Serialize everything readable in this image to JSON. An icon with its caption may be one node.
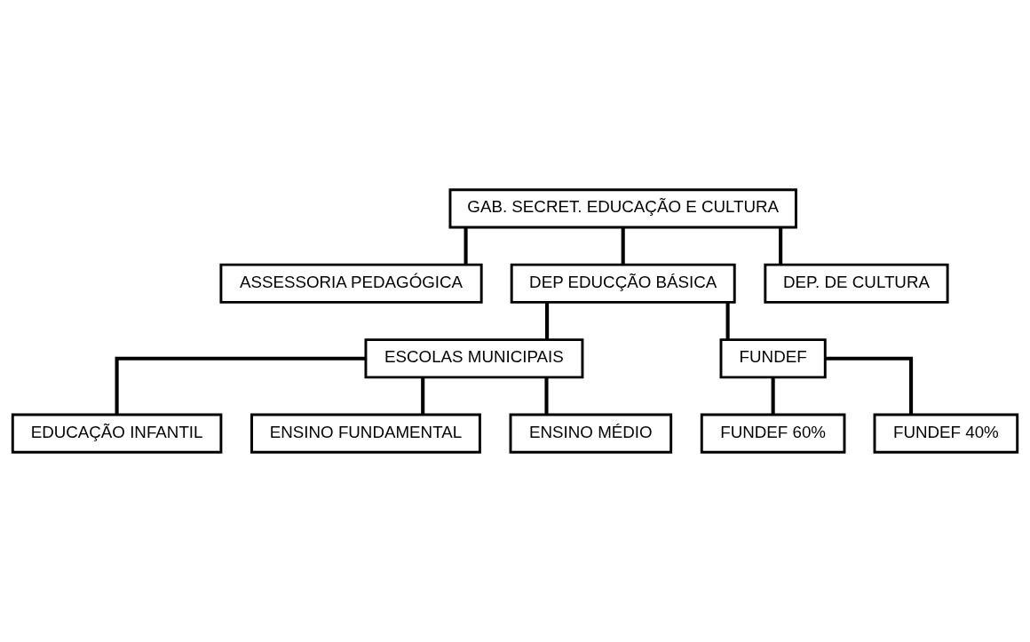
{
  "diagram": {
    "nodes": [
      {
        "text": [
          "GAB. SECRET. EDUCAÇÃO E CULTURA"
        ]
      },
      {
        "text": [
          "ASSESSORIA PEDAGÓGICA"
        ]
      },
      {
        "text": [
          "DEP EDUCÇÃO BÁSICA"
        ]
      },
      {
        "text": [
          "DEP. DE CULTURA"
        ]
      },
      {
        "text": [
          "ESCOLAS MUNICIPAIS"
        ]
      },
      {
        "text": [
          "FUNDEF"
        ]
      },
      {
        "text": [
          "EDUCAÇÃO INFANTIL"
        ]
      },
      {
        "text": [
          "FUNDEF 60%"
        ]
      },
      {
        "text": [
          "ENSINO FUNDAMENTAL"
        ]
      },
      {
        "text": [
          "FUNDEF 40%"
        ]
      },
      {
        "text": [
          "ENSINO MÉDIO"
        ]
      }
    ],
    "edges": [
      {
        "from": 0,
        "to": 1,
        "arrow": "none"
      },
      {
        "from": 0,
        "to": 2,
        "arrow": "none"
      },
      {
        "from": 0,
        "to": 3,
        "arrow": "none"
      },
      {
        "from": 2,
        "to": 4,
        "arrow": "none"
      },
      {
        "from": 2,
        "to": 5,
        "arrow": "none"
      },
      {
        "from": 4,
        "to": 6,
        "arrow": "none"
      },
      {
        "from": 4,
        "to": 8,
        "arrow": "none"
      },
      {
        "from": 4,
        "to": 10,
        "arrow": "none"
      },
      {
        "from": 5,
        "to": 7,
        "arrow": "none"
      },
      {
        "from": 5,
        "to": 9,
        "arrow": "none"
      }
    ]
  }
}
